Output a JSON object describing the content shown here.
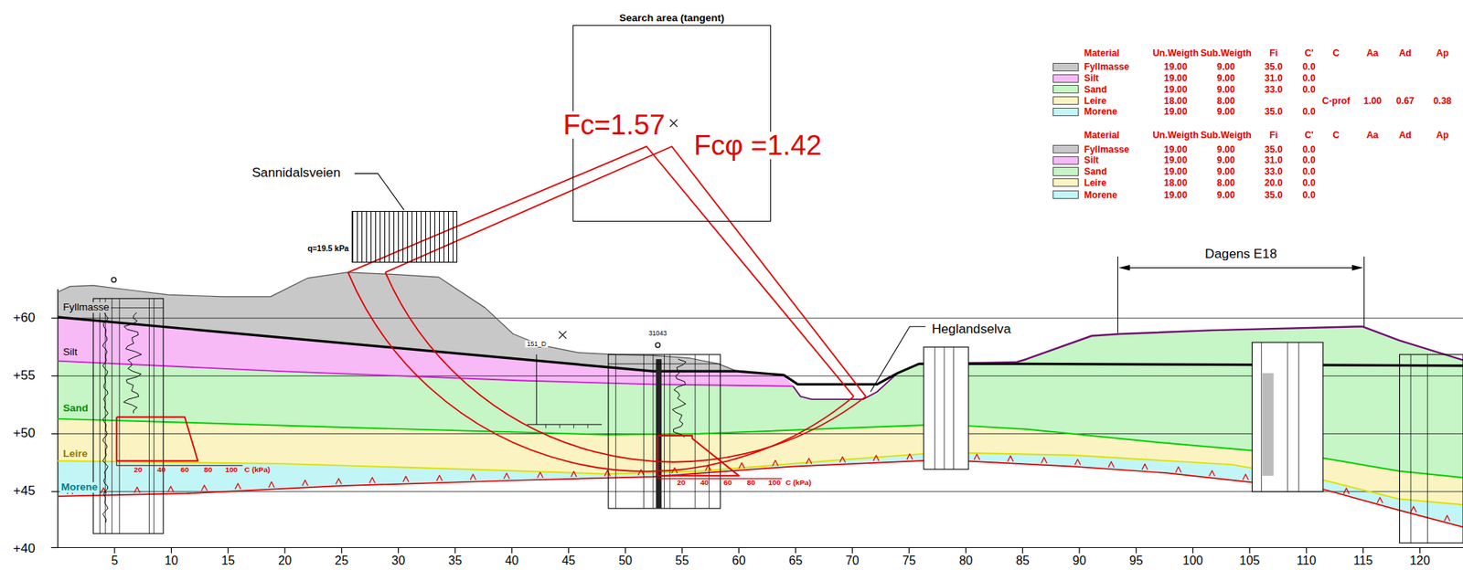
{
  "diagram": {
    "nodes": [
      {
        "text": [
          "Search area (tangent)"
        ]
      },
      {
        "text": [
          "q=19.5 kPa"
        ]
      }
    ],
    "labels": [
      "Material",
      "Un.Weigth",
      "Sub.Weigth",
      "Fi",
      "C'",
      "C",
      "Aa",
      "Ad",
      "Ap",
      "19.00",
      "9.00",
      "35.0",
      "0.0",
      "19.00",
      "9.00",
      "31.0",
      "0.0",
      "19.00",
      "9.00",
      "33.0",
      "0.0",
      "18.00",
      "8.00",
      "C-prof",
      "1.00",
      "0.67",
      "0.38",
      "19.00",
      "9.00",
      "35.0",
      "0.0",
      "Material",
      "Un.Weigth",
      "Sub.Weigth",
      "Fi",
      "C'",
      "C",
      "Aa",
      "Ad",
      "Ap",
      "19.00",
      "9.00",
      "35.0",
      "0.0",
      "19.00",
      "9.00",
      "31.0",
      "0.0",
      "19.00",
      "9.00",
      "33.0",
      "0.0",
      "18.00",
      "8.00",
      "20.0",
      "0.0",
      "19.00",
      "9.00",
      "35.0",
      "0.0",
      "Sannidalsveien",
      "Fc=1.57",
      "Fcφ =1.42",
      "Dagens E18",
      "Heglandselva",
      "Fyllmasse",
      "Silt",
      "Sand",
      "Leire",
      "Morene",
      "31043",
      "151_D",
      "20",
      "40",
      "60",
      "80",
      "100",
      "C (kPa)",
      "20",
      "40",
      "60",
      "80",
      "100",
      "C (kPa)",
      "+60",
      "+55",
      "+50",
      "+45",
      "+40",
      "5",
      "10",
      "15",
      "20",
      "25",
      "30",
      "35",
      "40",
      "45",
      "50",
      "55",
      "60",
      "65",
      "70",
      "75",
      "80",
      "85",
      "90",
      "95",
      "100",
      "105",
      "110",
      "115",
      "120"
    ],
    "legend": [
      {
        "text": "Fyllmasse",
        "color": "#c8c8c8"
      },
      {
        "text": "Silt",
        "color": "#f7baf7"
      },
      {
        "text": "Sand",
        "color": "#c6f5c6"
      },
      {
        "text": "Leire",
        "color": "#fbf4c2"
      },
      {
        "text": "Morene",
        "color": "#c2f6f6"
      },
      {
        "text": "Fyllmasse",
        "color": "#c8c8c8"
      },
      {
        "text": "Silt",
        "color": "#f7baf7"
      },
      {
        "text": "Sand",
        "color": "#c6f5c6"
      },
      {
        "text": "Leire",
        "color": "#fbf4c2"
      },
      {
        "text": "Morene",
        "color": "#c2f6f6"
      }
    ]
  }
}
